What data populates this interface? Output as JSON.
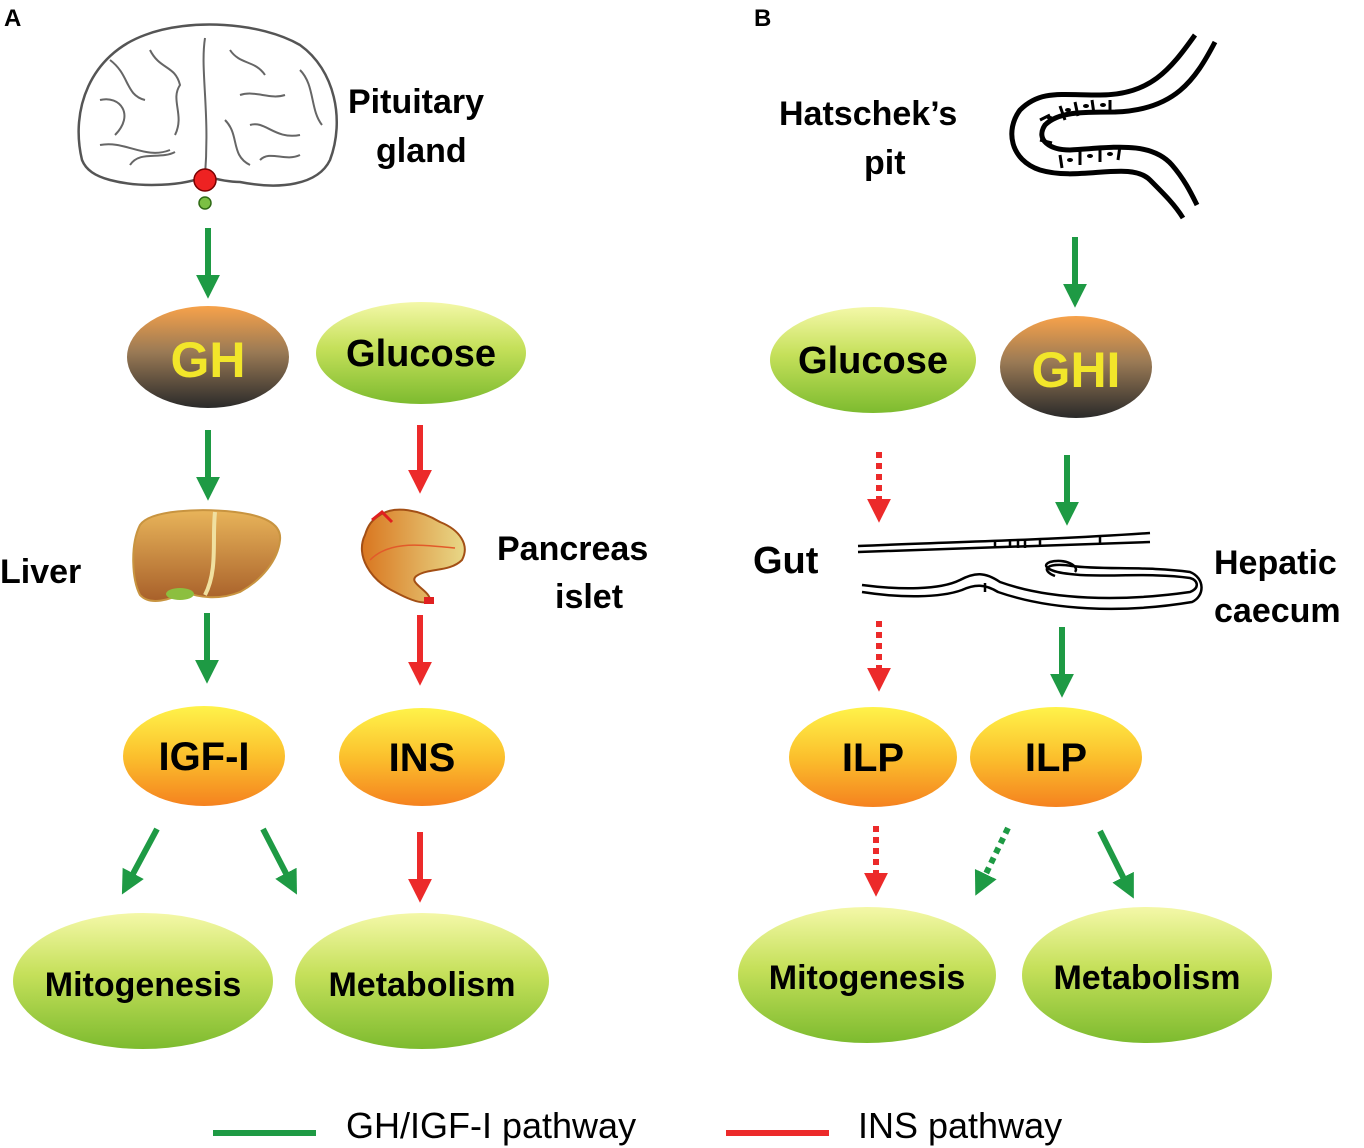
{
  "panels": {
    "a": {
      "letter": "A",
      "pituitary": "Pituitary\ngland",
      "gh": "GH",
      "glucose": "Glucose",
      "liver": "Liver",
      "pancreas": "Pancreas\nislet",
      "igf": "IGF-I",
      "ins": "INS",
      "mitogenesis": "Mitogenesis",
      "metabolism": "Metabolism"
    },
    "b": {
      "letter": "B",
      "hatschek": "Hatschek’s\npit",
      "glucose": "Glucose",
      "ghi": "GHI",
      "gut": "Gut",
      "hepatic": "Hepatic\ncaecum",
      "ilp_left": "ILP",
      "ilp_right": "ILP",
      "mitogenesis": "Mitogenesis",
      "metabolism": "Metabolism"
    }
  },
  "legend": {
    "gh_pathway": "GH/IGF-I pathway",
    "ins_pathway": "INS pathway"
  },
  "colors": {
    "gh_pathway": "#1e9a44",
    "ins_pathway": "#ec2a2a",
    "green_oval": "#8cc63f",
    "yellow_oval": "#f7941d",
    "gh_oval_top": "#f7a24a",
    "gh_oval_bottom": "#2a2a2a",
    "gh_text": "#f2e62a"
  },
  "icons": [
    "brain-icon",
    "liver-icon",
    "pancreas-icon",
    "hatscheks-pit-icon",
    "gut-icon"
  ]
}
